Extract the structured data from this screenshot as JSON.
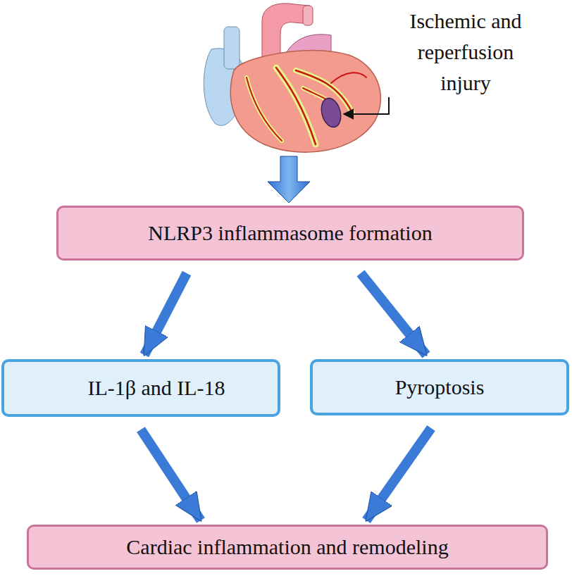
{
  "diagram": {
    "nodes": [
      {
        "text": [
          "NLRP3 inflammasome formation"
        ]
      },
      {
        "text": [
          "IL-1β and IL-18"
        ]
      },
      {
        "text": [
          "Pyroptosis"
        ]
      },
      {
        "text": [
          "Cardiac inflammation and remodeling"
        ]
      }
    ],
    "edges": [
      {
        "from": 0,
        "to": 1,
        "arrow": "to"
      },
      {
        "from": 0,
        "to": 2,
        "arrow": "to"
      },
      {
        "from": 1,
        "to": 3,
        "arrow": "to"
      },
      {
        "from": 2,
        "to": 3,
        "arrow": "to"
      }
    ],
    "labels": [
      "Ischemic and reperfusion injury"
    ]
  }
}
